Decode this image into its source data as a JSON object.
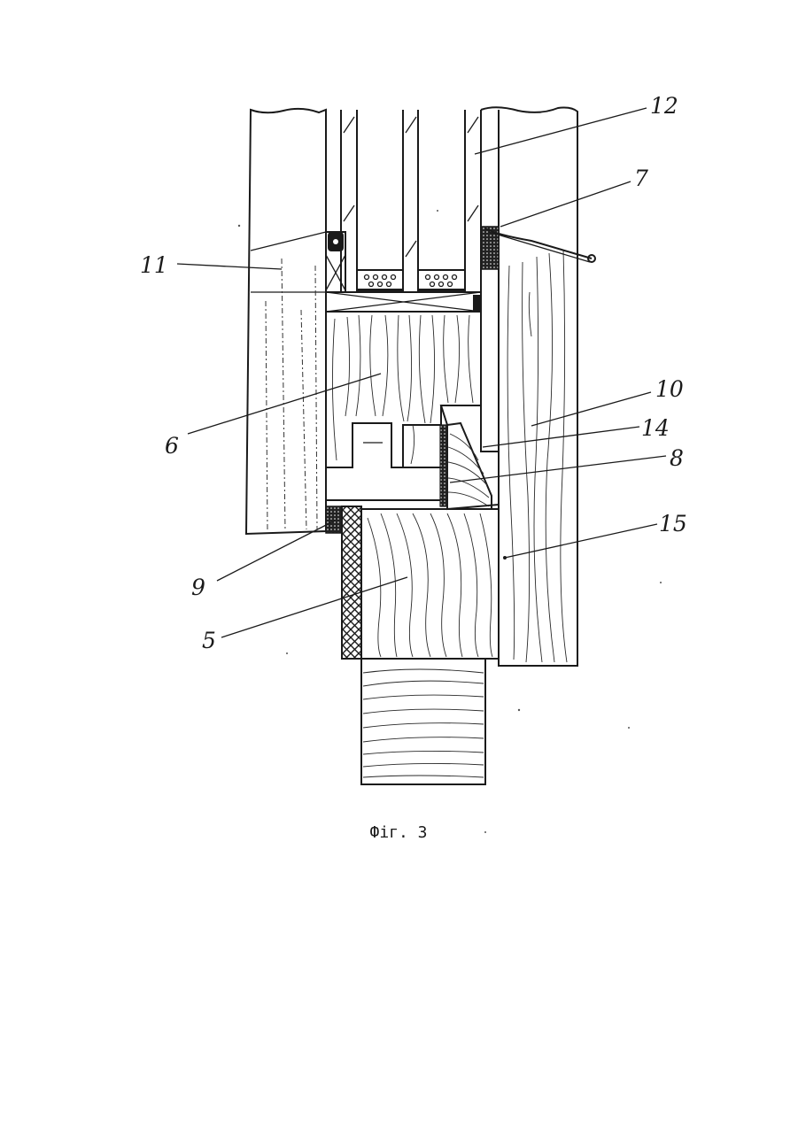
{
  "figure": {
    "caption": "Фіг. 3",
    "callouts": {
      "c12": "12",
      "c7": "7",
      "c11": "11",
      "c10": "10",
      "c6": "6",
      "c14": "14",
      "c8": "8",
      "c15": "15",
      "c9": "9",
      "c5": "5"
    }
  },
  "colors": {
    "ink": "#1a1a1a",
    "paper": "#ffffff"
  }
}
